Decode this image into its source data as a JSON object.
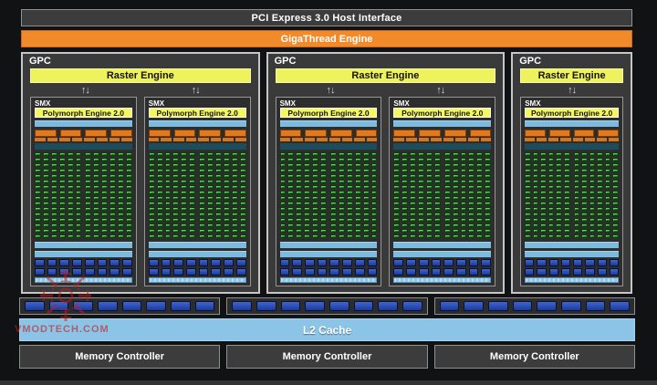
{
  "header": {
    "pci_label": "PCI Express 3.0 Host Interface",
    "gigathread_label": "GigaThread Engine"
  },
  "gpc": {
    "label": "GPC",
    "raster_label": "Raster Engine",
    "instances": [
      {
        "smx_count": 2
      },
      {
        "smx_count": 2
      },
      {
        "smx_count": 1
      }
    ]
  },
  "smx": {
    "label": "SMX",
    "polymorph_label": "Polymorph Engine 2.0",
    "warp_scheduler_segments": 4,
    "dispatch_segments": 8,
    "core_blocks": 2,
    "core_columns_per_block": 6,
    "core_rows": 16,
    "ldst_units": 8,
    "sfu_units": 8
  },
  "icons": {
    "bidirectional_arrows": "↑↓"
  },
  "crossbar": {
    "groups": 3,
    "ports_per_group": 8
  },
  "l2": {
    "label": "L2 Cache"
  },
  "memory": {
    "label": "Memory Controller",
    "count": 3
  },
  "watermark": {
    "text": "VMODTECH.COM"
  },
  "colors": {
    "background": "#111213",
    "box_gray": "#3c3c3c",
    "orange": "#f08a2b",
    "yellow": "#eef25c",
    "light_blue": "#7cbade",
    "teal": "#1d4c5b",
    "core_green": "#2fc12f",
    "unit_navy": "#2b4fb8",
    "l2_blue": "#8cc4e8",
    "watermark_red": "#c41f1f"
  }
}
